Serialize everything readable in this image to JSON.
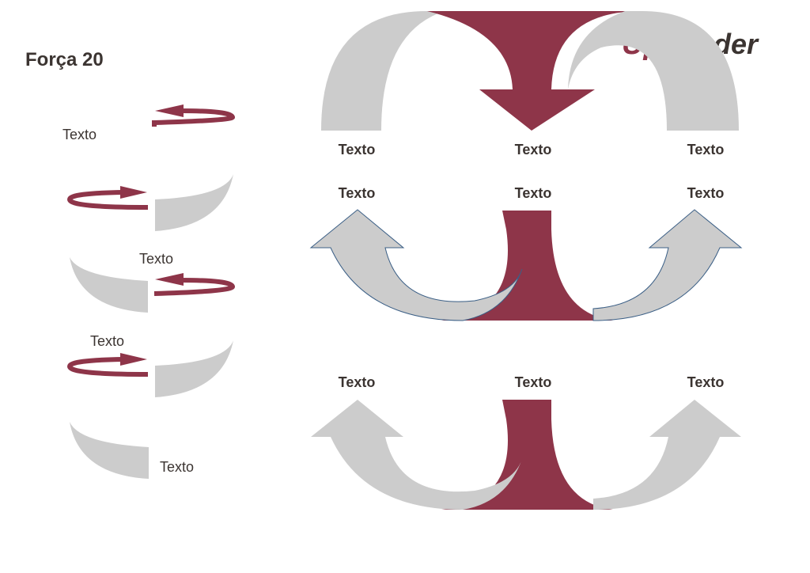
{
  "title": "Força 20",
  "brand": "Upgrader",
  "colors": {
    "accent": "#8e3549",
    "shape_gray": "#cccccc",
    "outline_blue": "#3b5f86",
    "text": "#3b3431"
  },
  "left_panel": {
    "labels": [
      "Texto",
      "Texto",
      "Texto",
      "Texto"
    ]
  },
  "diagrams": {
    "top": {
      "labels": [
        "Texto",
        "Texto",
        "Texto"
      ]
    },
    "middle": {
      "labels": [
        "Texto",
        "Texto",
        "Texto"
      ]
    },
    "bottom": {
      "labels": [
        "Texto",
        "Texto",
        "Texto"
      ]
    }
  }
}
